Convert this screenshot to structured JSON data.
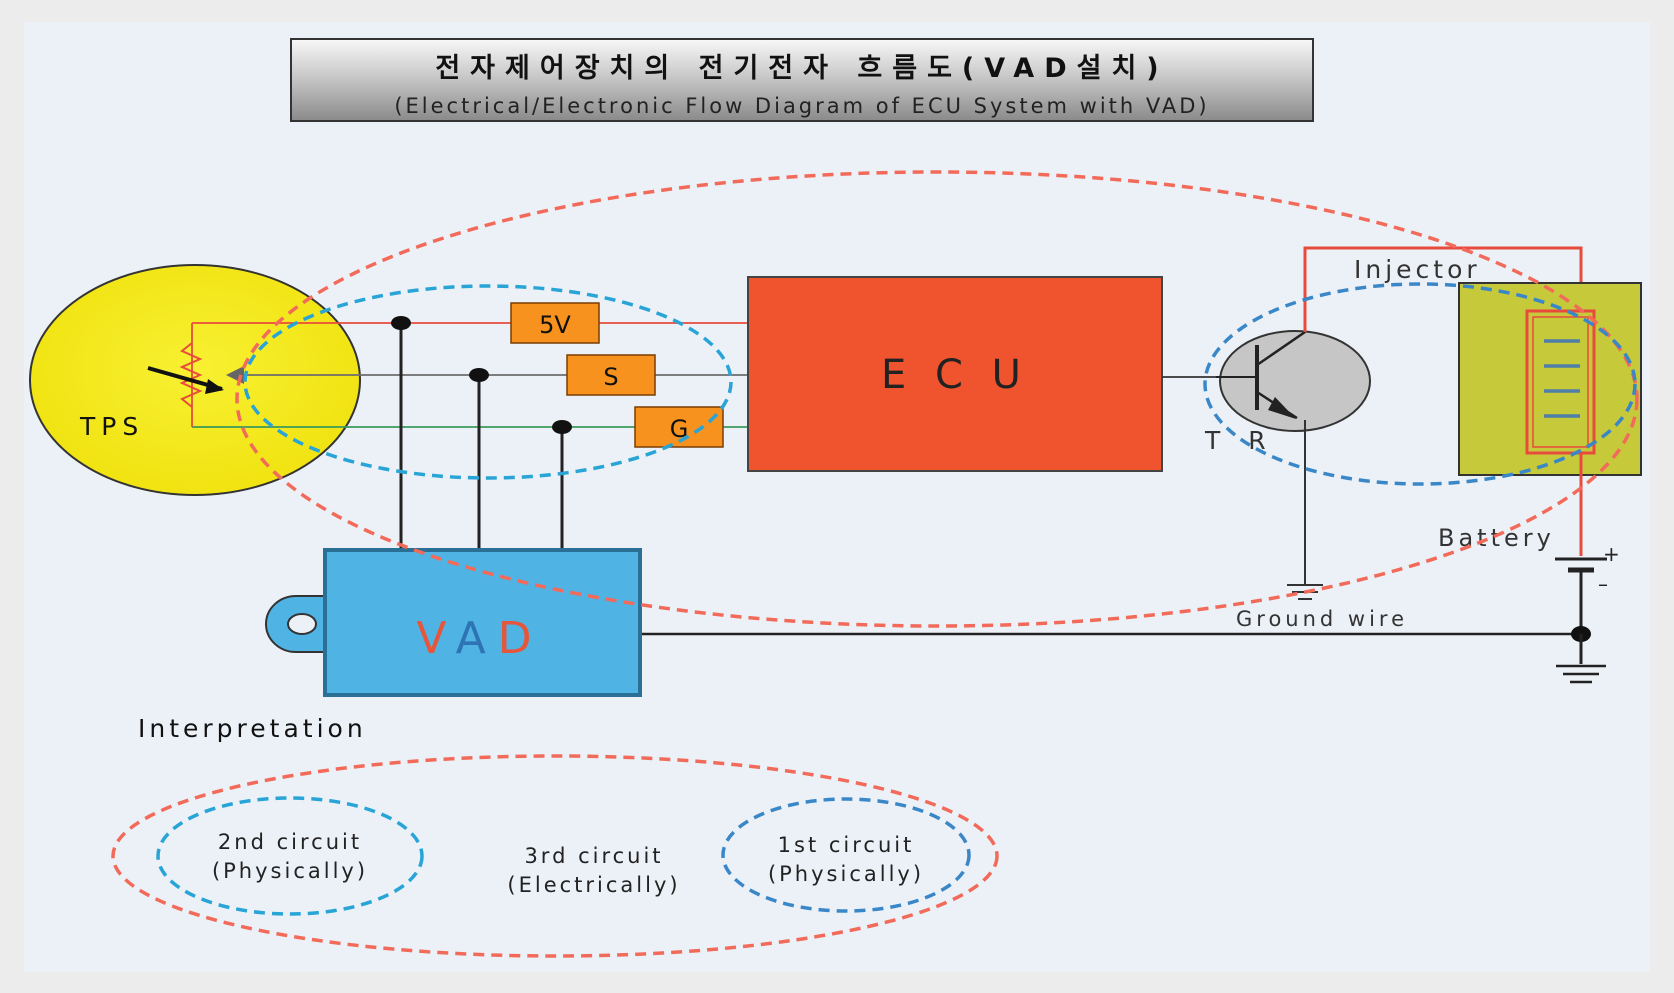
{
  "title": {
    "korean": "전자제어장치의 전기전자 흐름도(VAD설치)",
    "english": "(Electrical/Electronic Flow Diagram of ECU System with VAD)"
  },
  "components": {
    "tps": "TPS",
    "ecu": "E C U",
    "tr": "T R",
    "injector": "Injector",
    "battery": "Battery",
    "battery_plus": "+",
    "battery_minus": "–",
    "ground_wire": "Ground wire",
    "vad_v": "V",
    "vad_a": "A",
    "vad_d": "D"
  },
  "signals": {
    "five_v": "5V",
    "s": "S",
    "g": "G"
  },
  "legend": {
    "heading": "Interpretation",
    "second": {
      "line1": "2nd circuit",
      "line2": "(Physically)"
    },
    "third": {
      "line1": "3rd circuit",
      "line2": "(Electrically)"
    },
    "first": {
      "line1": "1st circuit",
      "line2": "(Physically)"
    }
  },
  "colors": {
    "panel": "#ecf1f7",
    "tps_fill": "#f2e81e",
    "ecu_fill": "#f0542e",
    "signal_box": "#f7921e",
    "vad_fill": "#4fb3e3",
    "tr_fill": "#c6c6c6",
    "injector_fill": "#c6c93a",
    "dash_red": "#f26b5a",
    "dash_blue": "#3a87c8",
    "dash_cyan": "#28a4d6",
    "wire_dark": "#222222",
    "wire_red": "#e84b3c",
    "wire_green": "#3b9a5b",
    "wire_gray": "#6c6c6c",
    "vad_text_red": "#e7553a",
    "vad_text_blue": "#2e74b5"
  },
  "icons": [
    "variable-resistor-icon",
    "transistor-icon",
    "injector-coil-icon",
    "battery-symbol-icon",
    "ground-symbol-icon"
  ]
}
